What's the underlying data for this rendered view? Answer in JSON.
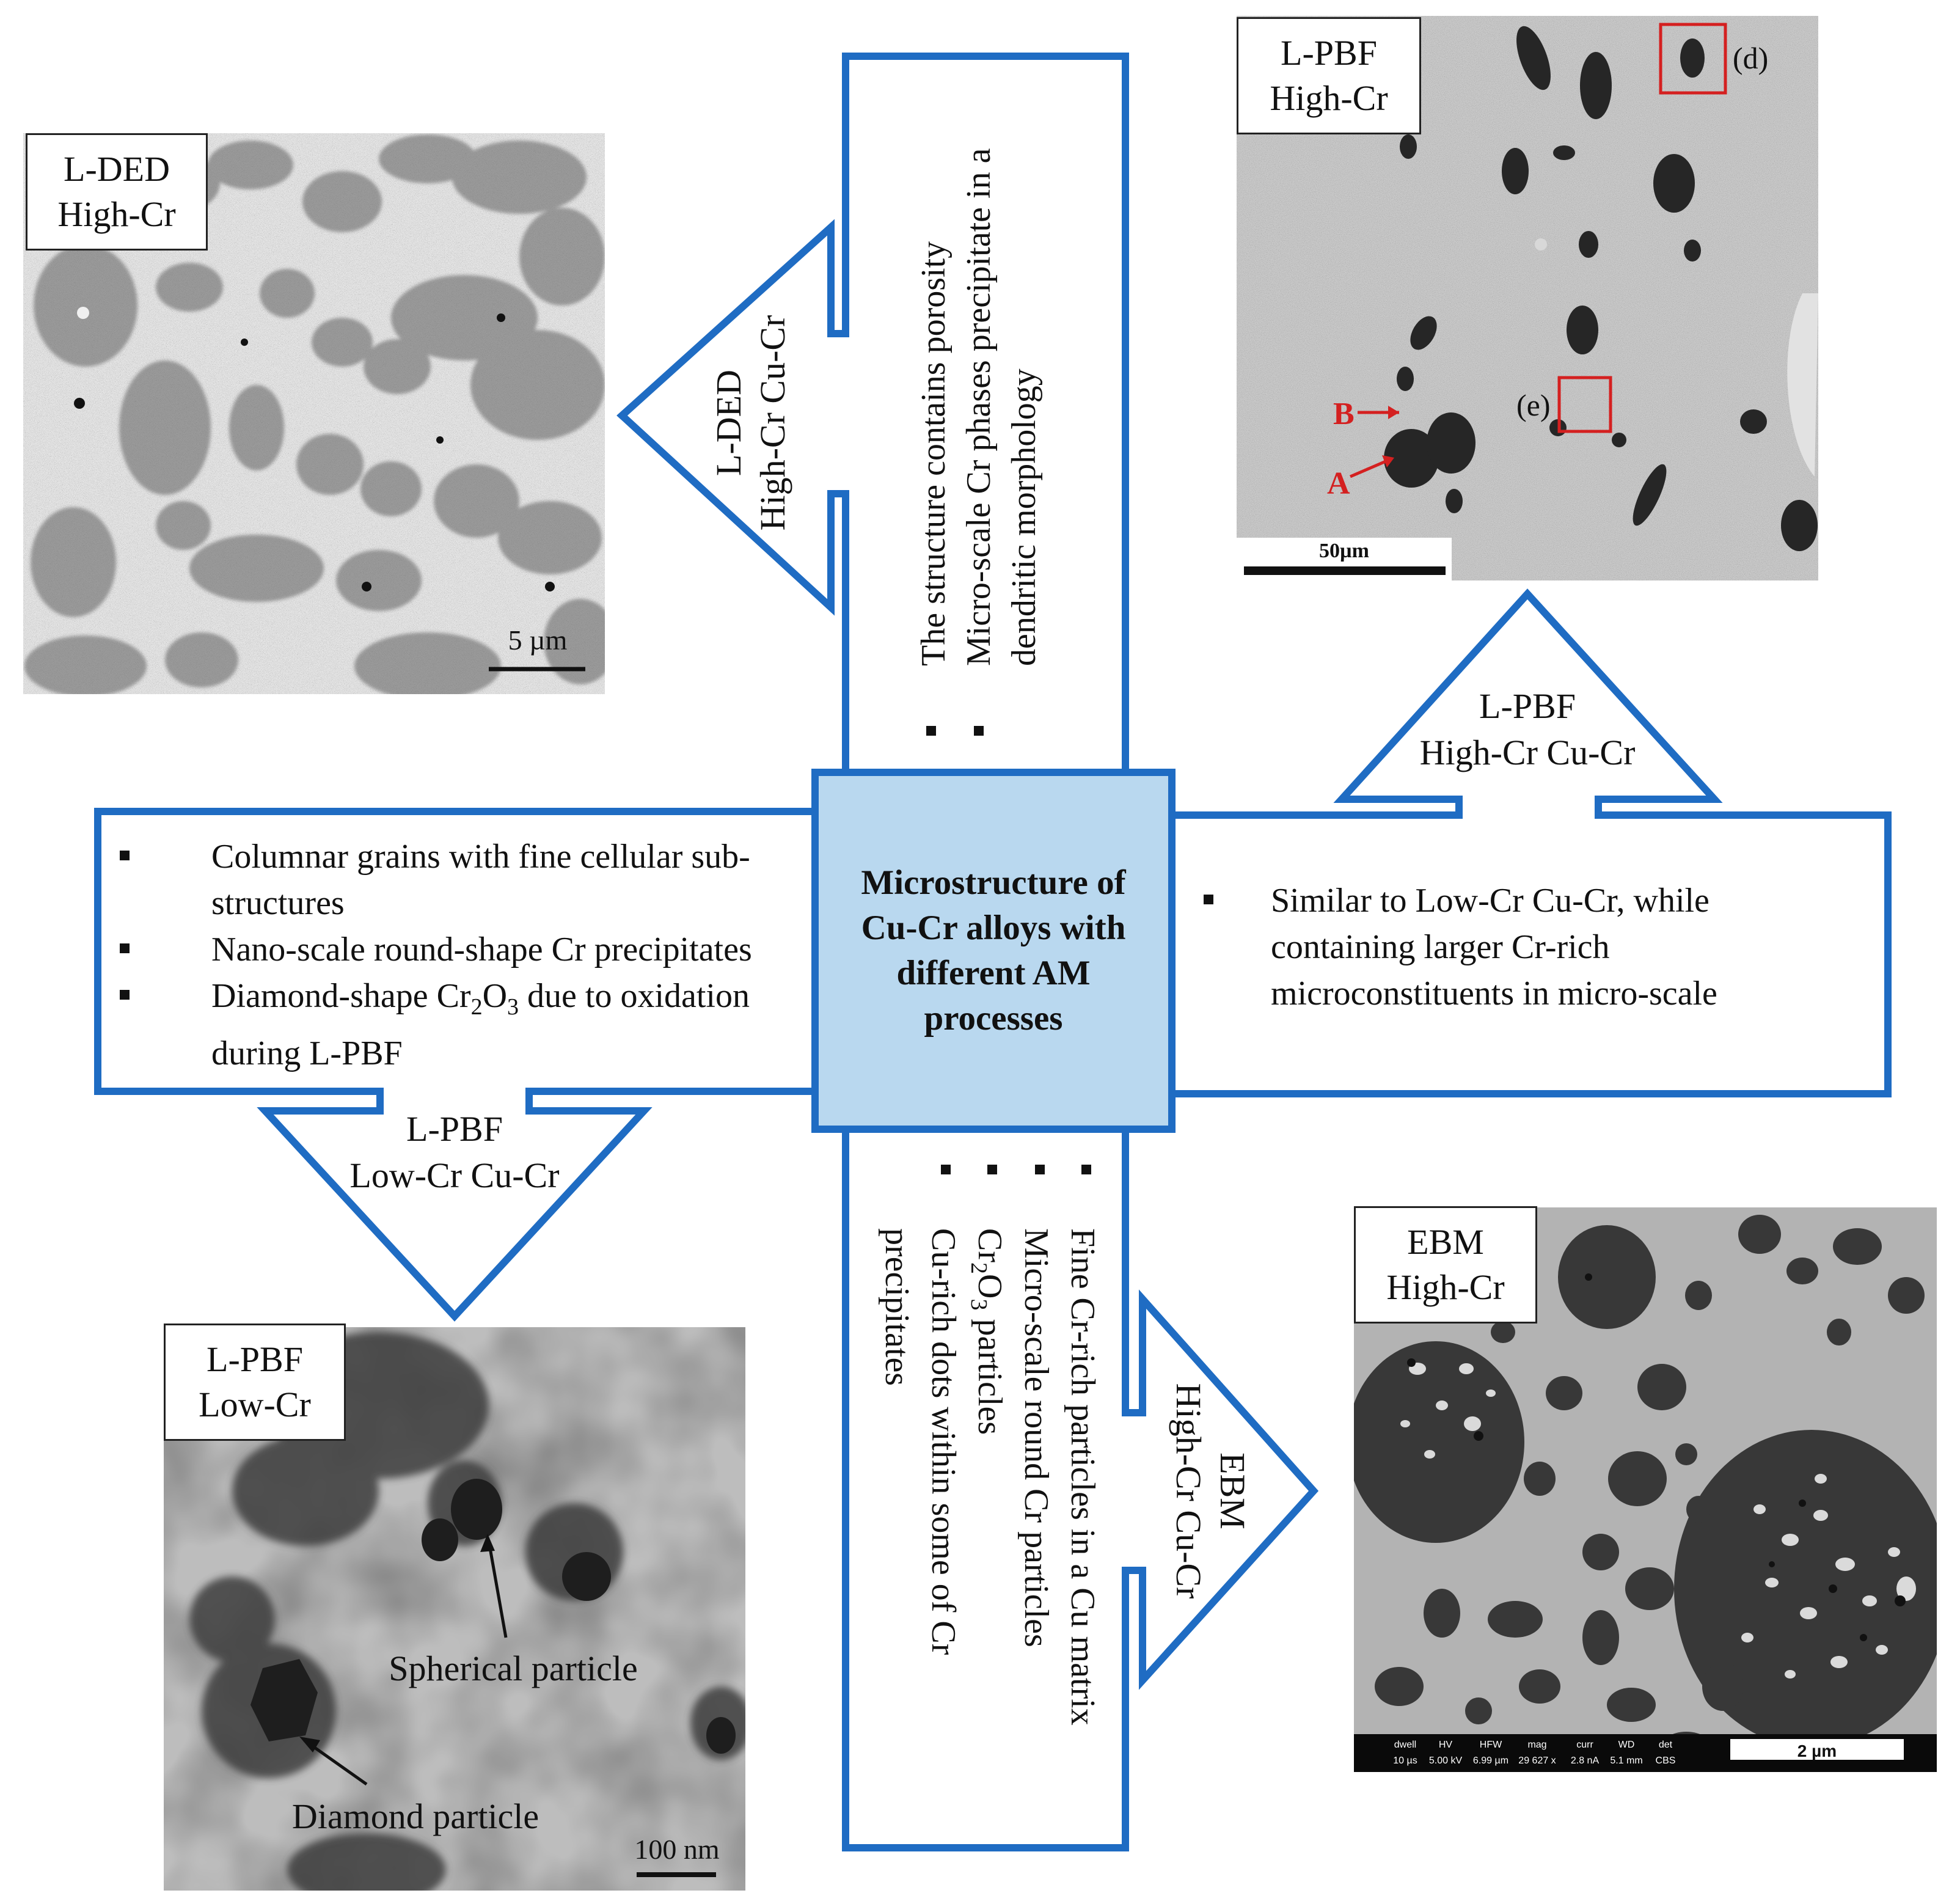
{
  "center": {
    "title": "Microstructure of Cu-Cr alloys with different AM processes"
  },
  "processes": {
    "lded": {
      "arrow_line1": "L-DED",
      "arrow_line2": "High-Cr Cu-Cr",
      "bullets": [
        "The structure contains porosity",
        "Micro-scale Cr phases precipitate in a dendritic morphology"
      ]
    },
    "lpbf_high": {
      "arrow_line1": "L-PBF",
      "arrow_line2": "High-Cr Cu-Cr",
      "bullets": [
        "Similar to Low-Cr Cu-Cr, while containing larger Cr-rich microconstituents in micro-scale"
      ]
    },
    "lpbf_low": {
      "arrow_line1": "L-PBF",
      "arrow_line2": "Low-Cr Cu-Cr",
      "bullets": [
        "Columnar grains with fine cellular sub-structures",
        "Nano-scale round-shape Cr precipitates",
        "Diamond-shape Cr2O3 due to oxidation during L-PBF"
      ]
    },
    "ebm": {
      "arrow_line1": "EBM",
      "arrow_line2": "High-Cr Cu-Cr",
      "bullets": [
        "Fine Cr-rich particles in a Cu matrix",
        "Micro-scale round Cr particles",
        "Cr2O3 particles",
        "Cu-rich dots within some of Cr precipitates"
      ]
    }
  },
  "images": {
    "lded": {
      "label_line1": "L-DED",
      "label_line2": "High-Cr",
      "scale_bar": "5 µm"
    },
    "lpbf_high": {
      "label_line1": "L-PBF",
      "label_line2": "High-Cr",
      "scale_bar": "50µm",
      "marker_a": "A",
      "marker_b": "B",
      "marker_d": "(d)",
      "marker_e": "(e)"
    },
    "lpbf_low": {
      "label_line1": "L-PBF",
      "label_line2": "Low-Cr",
      "scale_bar": "100 nm",
      "annotation_spherical": "Spherical particle",
      "annotation_diamond": "Diamond particle"
    },
    "ebm": {
      "label_line1": "EBM",
      "label_line2": "High-Cr",
      "scale_bar": "2 µm",
      "info_headers": [
        "dwell",
        "HV",
        "HFW",
        "mag",
        "curr",
        "WD",
        "det"
      ],
      "info_values": [
        "10 µs",
        "5.00 kV",
        "6.99 µm",
        "29 627 x",
        "2.8 nA",
        "5.1 mm",
        "CBS"
      ]
    }
  },
  "colors": {
    "outline": "#1f6cc3",
    "center_fill": "#b9d8ef",
    "marker_red": "#d42020"
  }
}
